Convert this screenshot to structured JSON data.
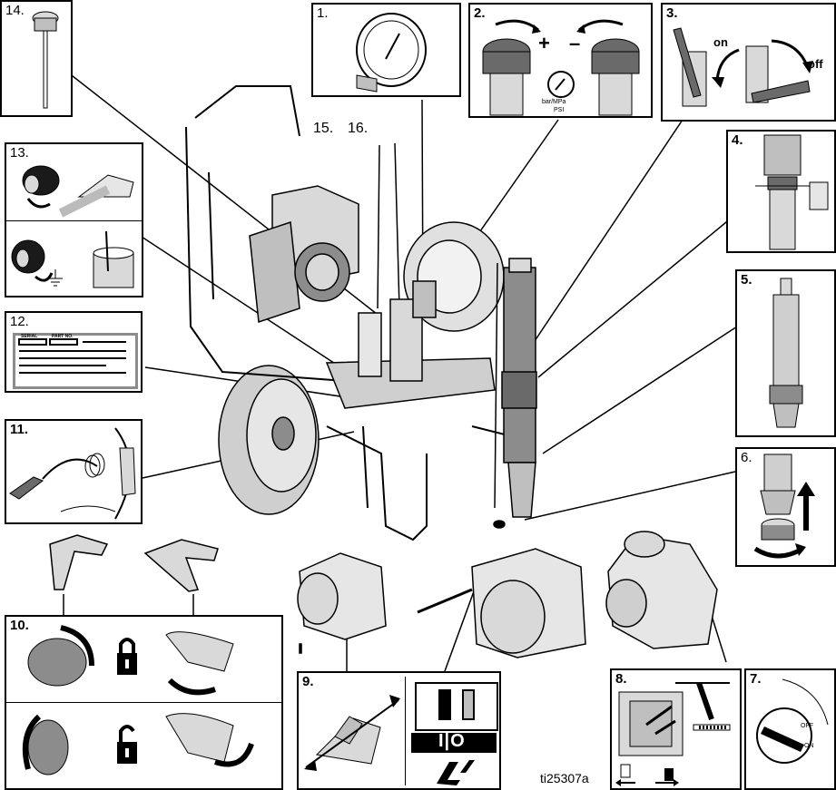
{
  "figure_id": "ti25307a",
  "callouts": {
    "c1": "1.",
    "c2": "2.",
    "c3": "3.",
    "c4": "4.",
    "c5": "5.",
    "c6": "6.",
    "c7": "7.",
    "c8": "8.",
    "c9": "9.",
    "c10": "10.",
    "c11": "11.",
    "c12": "12.",
    "c13": "13.",
    "c14": "14.",
    "c15": "15.",
    "c16": "16."
  },
  "pressure_control": {
    "plus": "+",
    "minus": "–",
    "gauge_units_1": "bar/MPa",
    "gauge_units_2": "PSI"
  },
  "valve": {
    "on_label": "on",
    "off_label": "off"
  },
  "serial_label": {
    "serial": "SERIAL",
    "part_no": "PART NO."
  },
  "switch_label": {
    "off_text": "OFF",
    "on_text": "ON"
  },
  "motor_switch": {
    "symbol": "I|O"
  },
  "colors": {
    "line": "#000000",
    "light_gray": "#d9d9d9",
    "mid_gray": "#8c8c8c",
    "dark_gray": "#3a3a3a"
  }
}
